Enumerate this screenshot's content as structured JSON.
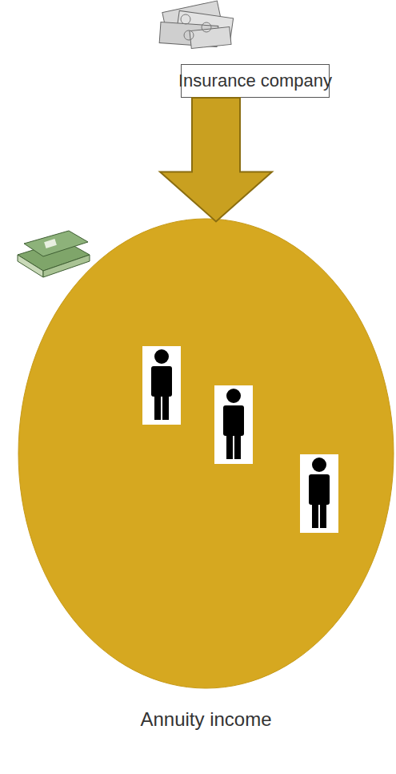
{
  "diagram": {
    "nodes": [
      {
        "text": [
          "Insurance company"
        ]
      },
      {
        "text": [
          "Annuity income"
        ]
      }
    ],
    "edges": [
      {
        "from": 0,
        "to": 1,
        "arrow": "to"
      }
    ]
  }
}
